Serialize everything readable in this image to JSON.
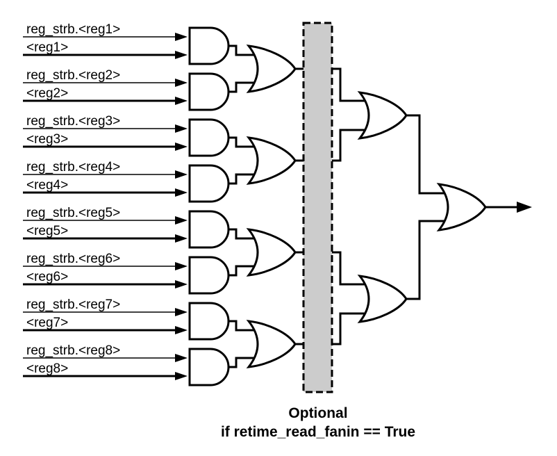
{
  "diagram": {
    "inputs": [
      {
        "strobe_label": "reg_strb.<reg1>",
        "reg_label": "<reg1>"
      },
      {
        "strobe_label": "reg_strb.<reg2>",
        "reg_label": "<reg2>"
      },
      {
        "strobe_label": "reg_strb.<reg3>",
        "reg_label": "<reg3>"
      },
      {
        "strobe_label": "reg_strb.<reg4>",
        "reg_label": "<reg4>"
      },
      {
        "strobe_label": "reg_strb.<reg5>",
        "reg_label": "<reg5>"
      },
      {
        "strobe_label": "reg_strb.<reg6>",
        "reg_label": "<reg6>"
      },
      {
        "strobe_label": "reg_strb.<reg7>",
        "reg_label": "<reg7>"
      },
      {
        "strobe_label": "reg_strb.<reg8>",
        "reg_label": "<reg8>"
      }
    ],
    "annotation": {
      "line1": "Optional",
      "line2": "if retime_read_fanin == True"
    },
    "colors": {
      "wire": "#000000",
      "gate_outline": "#000000",
      "gate_fill": "#ffffff",
      "optional_box_fill": "#cccccc",
      "optional_box_border": "#000000",
      "text": "#000000",
      "background": "#ffffff"
    }
  }
}
